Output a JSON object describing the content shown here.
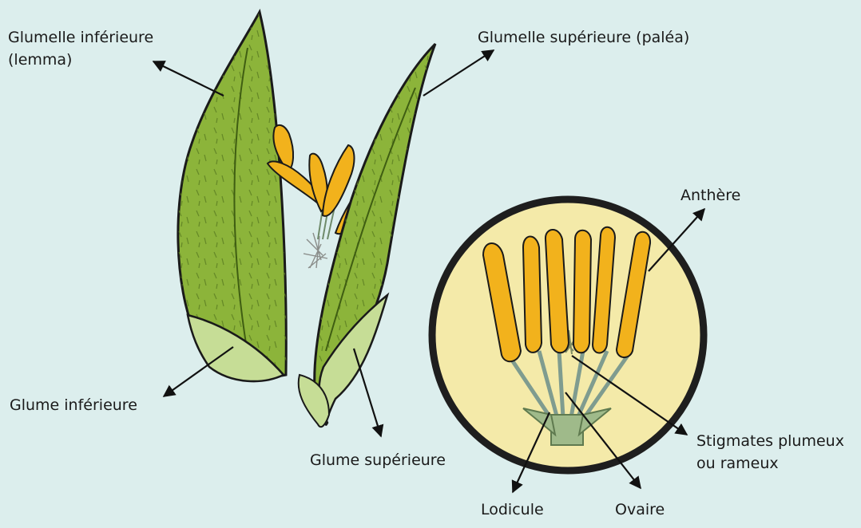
{
  "labels": {
    "lemma_line1": "Glumelle inférieure",
    "lemma_line2": "(lemma)",
    "palea": "Glumelle supérieure (paléa)",
    "anther": "Anthère",
    "glume_lower": "Glume inférieure",
    "glume_upper": "Glume supérieure",
    "stigmas_line1": "Stigmates plumeux",
    "stigmas_line2": "ou rameux",
    "lodicule": "Lodicule",
    "ovary": "Ovaire"
  },
  "colors": {
    "background": "#dceeed",
    "glume_green": "#8fb63b",
    "light_green": "#c6dd96",
    "anther_yellow": "#f2b21c",
    "circle_fill": "#f4eaa9",
    "outline": "#1a1a1a"
  }
}
